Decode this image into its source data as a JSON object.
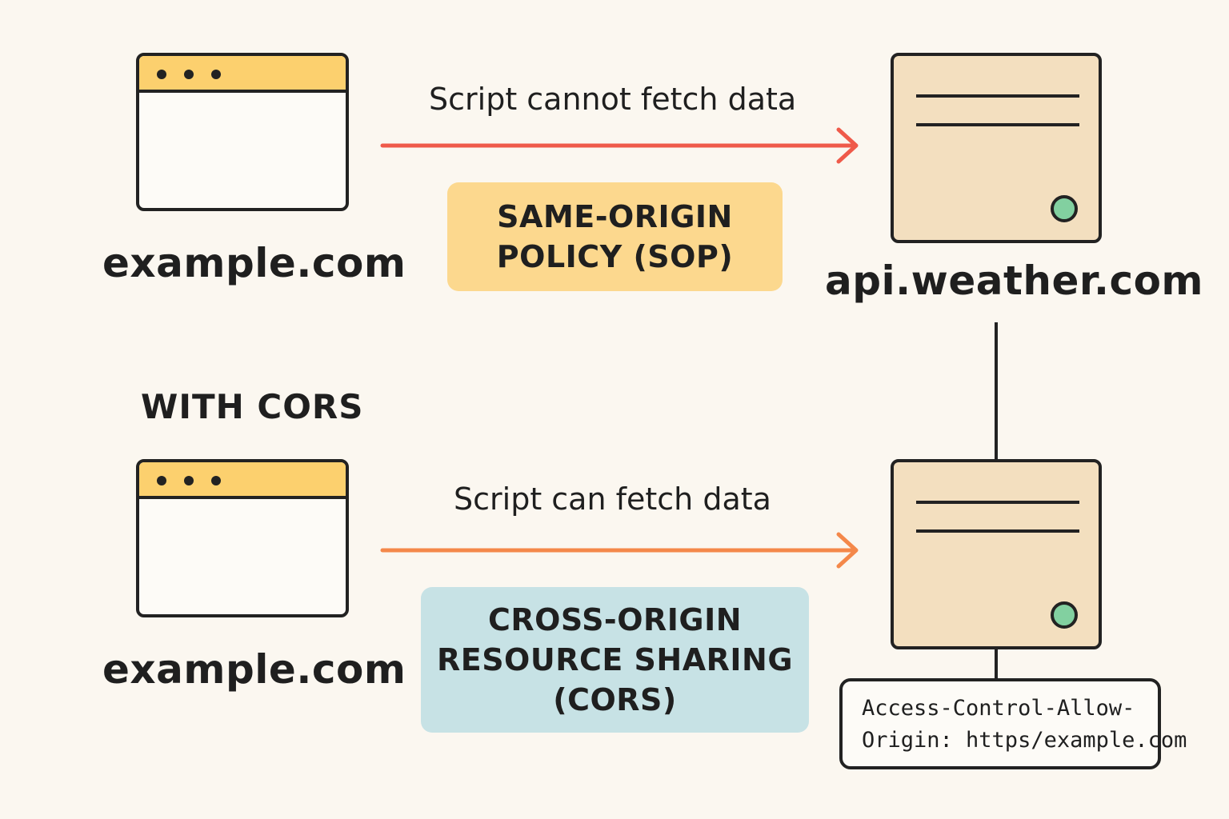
{
  "top": {
    "client_domain": "example.com",
    "server_domain": "api.weather.com",
    "arrow_caption": "Script cannot fetch data",
    "arrow_color": "#ef5a4a",
    "badge_lines": [
      "SAME-ORIGIN",
      "POLICY (SOP)"
    ],
    "badge_color": "#fcd88e"
  },
  "bottom": {
    "section_label": "WITH CORS",
    "client_domain": "example.com",
    "arrow_caption": "Script can fetch data",
    "arrow_color": "#f4884a",
    "badge_lines": [
      "CROSS-ORIGIN",
      "RESOURCE SHARING",
      "(CORS)"
    ],
    "badge_color": "#c7e2e5",
    "response_header_lines": [
      "Access-Control-Allow-",
      "Origin: https/example.com"
    ]
  },
  "icons": {
    "browser": "browser-window-icon",
    "server": "server-icon",
    "status_led": "status-led-icon"
  }
}
